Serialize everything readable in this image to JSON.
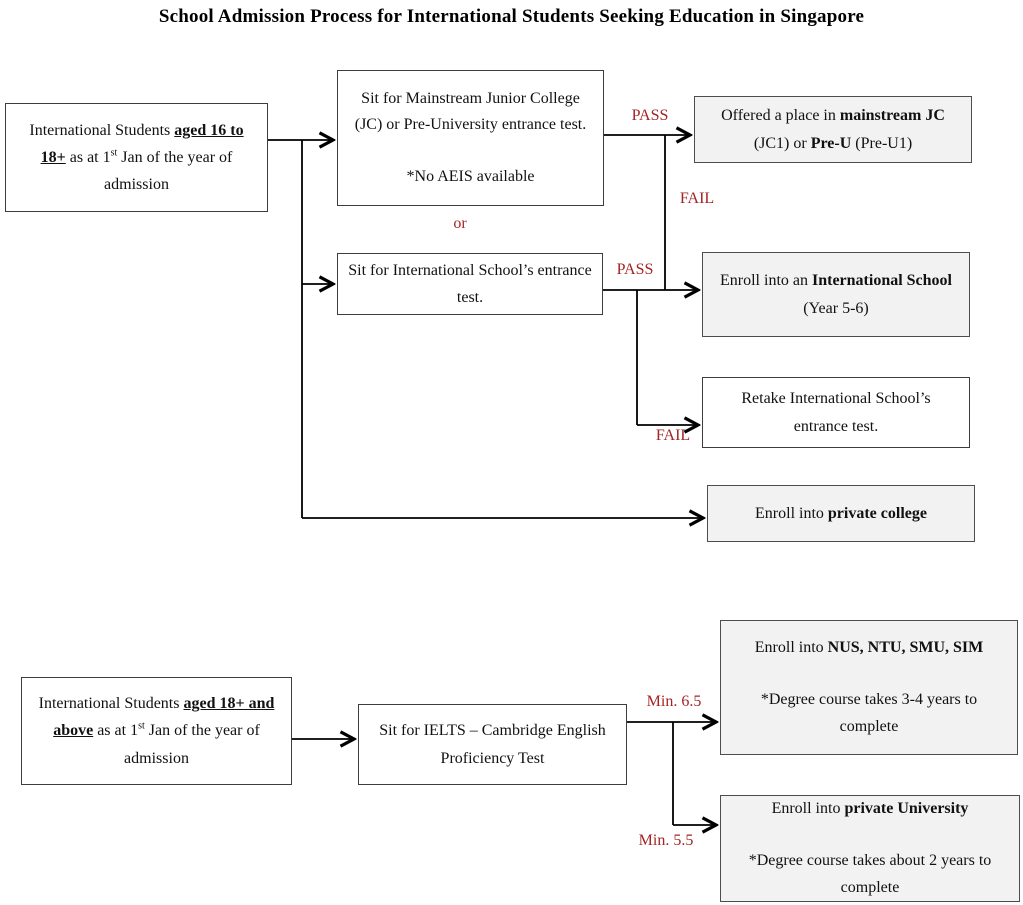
{
  "title": "School Admission Process for International Students Seeking Education in Singapore",
  "colors": {
    "accent_red": "#a32424",
    "outcome_box_fill": "#f2f2f2",
    "process_box_fill": "#ffffff",
    "box_border": "#3d3d3d",
    "line": "#000000"
  },
  "flow1": {
    "start_box": {
      "pre": "International Students ",
      "em": "aged 16 to 18+",
      "mid": " as at 1",
      "sup": "st",
      "post": " Jan of the year of admission"
    },
    "jc_test_box": {
      "text": "Sit for Mainstream Junior College (JC) or Pre-University entrance test.",
      "note": "*No AEIS available"
    },
    "or_label": "or",
    "intl_test_box": {
      "text": "Sit for International School’s entrance test."
    },
    "labels": {
      "pass_jc": "PASS",
      "fail_jc": "FAIL",
      "pass_intl": "PASS",
      "fail_intl": "FAIL"
    },
    "offered_box": {
      "pre": "Offered a place in ",
      "b1": "mainstream JC",
      "mid": " (JC1) or ",
      "b2": "Pre-U",
      "post": " (Pre-U1)"
    },
    "enroll_intl_box": {
      "pre": "Enroll into an ",
      "b1": "International School",
      "post": " (Year 5-6)"
    },
    "retake_box": {
      "text": "Retake International School’s entrance test."
    },
    "college_box": {
      "pre": "Enroll into ",
      "b1": "private college"
    }
  },
  "flow2": {
    "start_box": {
      "pre": "International Students ",
      "em": "aged 18+ and above",
      "mid": " as at 1",
      "sup": "st",
      "post": " Jan of the year of admission"
    },
    "ielts_box": {
      "text": "Sit for IELTS – Cambridge English Proficiency Test"
    },
    "labels": {
      "min_65": "Min. 6.5",
      "min_55": "Min. 5.5"
    },
    "nus_box": {
      "pre": "Enroll into ",
      "b1": "NUS, NTU, SMU, SIM",
      "note": "*Degree course takes 3-4 years to complete"
    },
    "univ_box": {
      "pre": "Enroll into ",
      "b1": "private University",
      "note": "*Degree course takes about 2 years to complete"
    }
  }
}
